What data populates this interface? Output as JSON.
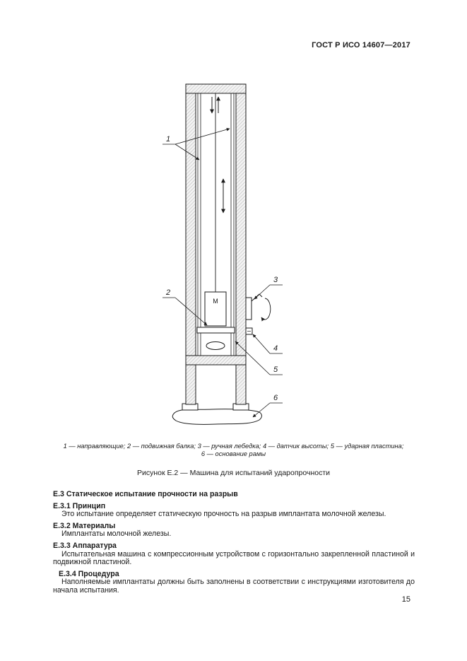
{
  "page": {
    "header": "ГОСТ Р ИСО 14607—2017",
    "page_number": "15"
  },
  "figure": {
    "labels": {
      "n1": "1",
      "n2": "2",
      "n3": "3",
      "n4": "4",
      "n5": "5",
      "n6": "6",
      "mass": "М"
    },
    "caption_line1": "1 — направляющие; 2 — подвижная балка; 3 — ручная лебедка; 4 — датчик высоты; 5 — ударная пластина;",
    "caption_line2": "6 — основание рамы",
    "title": "Рисунок Е.2 — Машина для испытаний ударопрочности"
  },
  "sections": [
    {
      "heading": "Е.3 Статическое испытание прочности на разрыв",
      "body": ""
    },
    {
      "heading": "Е.3.1 Принцип",
      "body": "Это испытание определяет статическую прочность на разрыв имплантата молочной железы."
    },
    {
      "heading": "Е.3.2 Материалы",
      "body": "Имплантаты молочной железы."
    },
    {
      "heading": "Е.3.3 Аппаратура",
      "body": "Испытательная машина с компрессионным устройством с горизонтально закрепленной пластиной и подвижной пластиной."
    },
    {
      "heading": "Е.3.4 Процедура",
      "body": "Наполняемые имплантаты должны быть заполнены в соответствии с инструкциями изготовителя до начала испытания."
    }
  ]
}
